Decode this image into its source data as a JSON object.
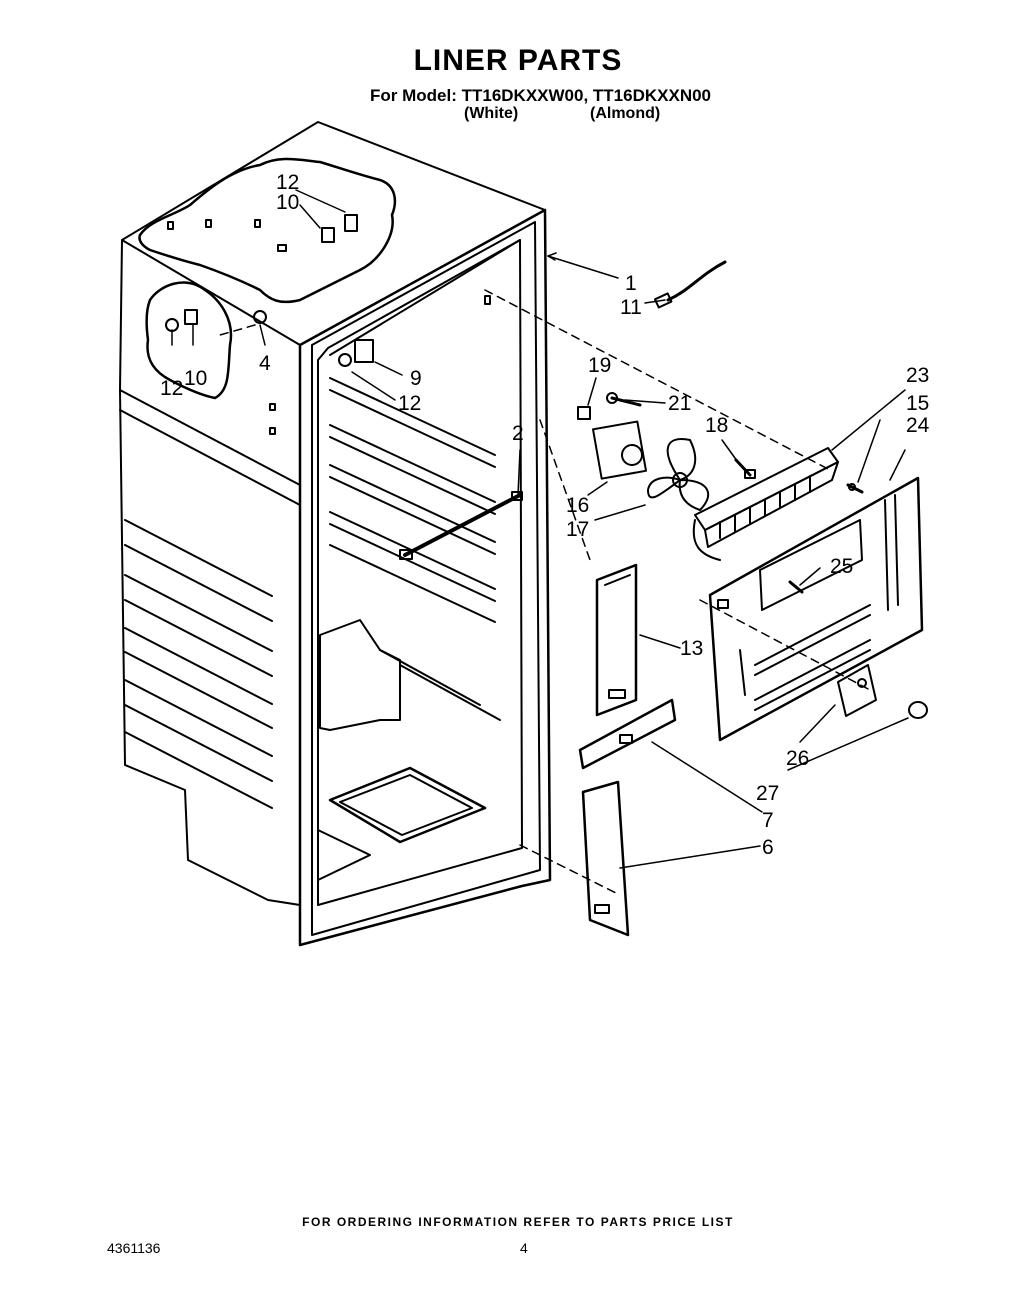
{
  "header": {
    "title": "LINER PARTS",
    "model_line": "For Model: TT16DKXXW00, TT16DKXXN00",
    "variant_white": "(White)",
    "variant_almond": "(Almond)"
  },
  "callouts": [
    {
      "key": "c12a",
      "label": "12"
    },
    {
      "key": "c10a",
      "label": "10"
    },
    {
      "key": "c12b",
      "label": "12"
    },
    {
      "key": "c10b",
      "label": "10"
    },
    {
      "key": "c4",
      "label": "4"
    },
    {
      "key": "c9",
      "label": "9"
    },
    {
      "key": "c12c",
      "label": "12"
    },
    {
      "key": "c1",
      "label": "1"
    },
    {
      "key": "c11",
      "label": "11"
    },
    {
      "key": "c2",
      "label": "2"
    },
    {
      "key": "c19",
      "label": "19"
    },
    {
      "key": "c21",
      "label": "21"
    },
    {
      "key": "c18",
      "label": "18"
    },
    {
      "key": "c23",
      "label": "23"
    },
    {
      "key": "c15",
      "label": "15"
    },
    {
      "key": "c24",
      "label": "24"
    },
    {
      "key": "c16",
      "label": "16"
    },
    {
      "key": "c17",
      "label": "17"
    },
    {
      "key": "c25",
      "label": "25"
    },
    {
      "key": "c13",
      "label": "13"
    },
    {
      "key": "c26",
      "label": "26"
    },
    {
      "key": "c27",
      "label": "27"
    },
    {
      "key": "c7",
      "label": "7"
    },
    {
      "key": "c6",
      "label": "6"
    }
  ],
  "footer": {
    "ordering_note": "FOR ORDERING INFORMATION REFER TO PARTS PRICE LIST",
    "doc_number": "4361136",
    "page_number": "4"
  }
}
